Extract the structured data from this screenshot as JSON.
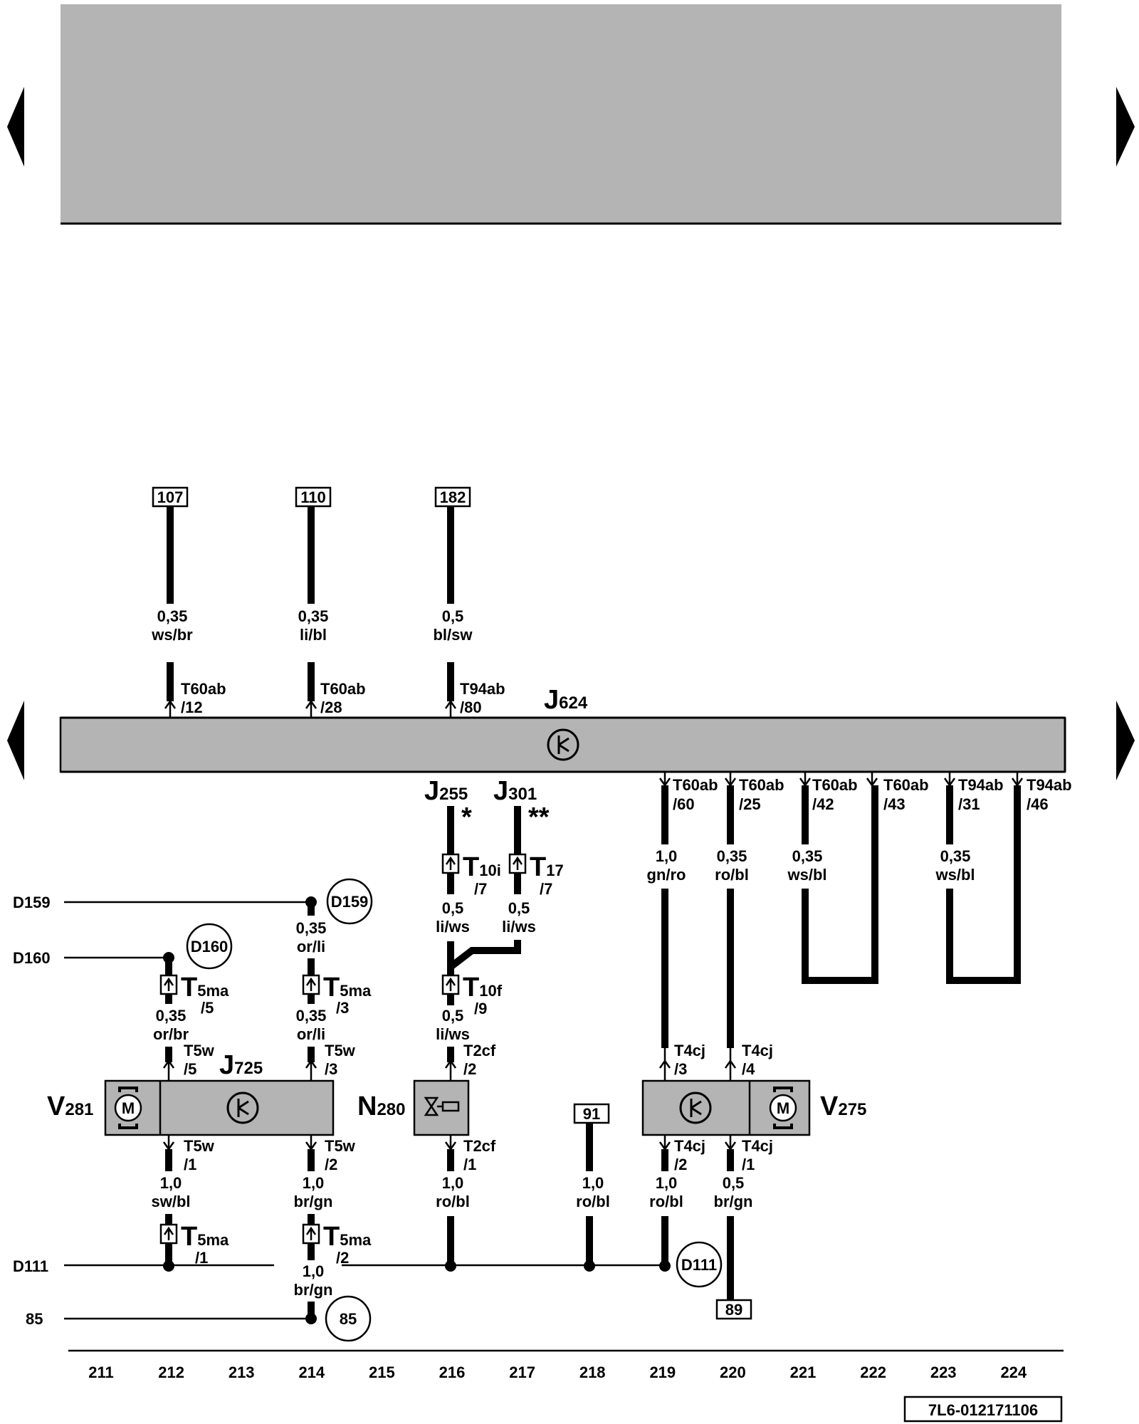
{
  "colors": {
    "panel_grey": "#b4b4b4",
    "ink": "#000000",
    "background": "#ffffff"
  },
  "nav": {
    "left_icon": "arrow-left-icon",
    "right_icon": "arrow-right-icon"
  },
  "components": {
    "j624": {
      "letter": "J",
      "num": "624"
    },
    "j255": {
      "letter": "J",
      "num": "255",
      "mark": "*"
    },
    "j301": {
      "letter": "J",
      "num": "301",
      "mark": "**"
    },
    "j725": {
      "letter": "J",
      "num": "725"
    },
    "v281": {
      "letter": "V",
      "num": "281"
    },
    "n280": {
      "letter": "N",
      "num": "280"
    },
    "v275": {
      "letter": "V",
      "num": "275"
    }
  },
  "refs": {
    "r107": "107",
    "r110": "110",
    "r182": "182",
    "r91": "91",
    "r89": "89"
  },
  "points": {
    "d159": "D159",
    "d160": "D160",
    "d111": "D111",
    "p85": "85"
  },
  "connectors": {
    "c1": [
      "T60ab",
      "/12"
    ],
    "c2": [
      "T60ab",
      "/28"
    ],
    "c3": [
      "T94ab",
      "/80"
    ],
    "c4": [
      "T60ab",
      "/60"
    ],
    "c5": [
      "T60ab",
      "/25"
    ],
    "c6": [
      "T60ab",
      "/42"
    ],
    "c7": [
      "T60ab",
      "/43"
    ],
    "c8": [
      "T94ab",
      "/31"
    ],
    "c9": [
      "T94ab",
      "/46"
    ],
    "t10i": [
      "T",
      "10i",
      "/7"
    ],
    "t17": [
      "T",
      "17",
      "/7"
    ],
    "t10f": [
      "T",
      "10f",
      "/9"
    ],
    "t5ma5": [
      "T",
      "5ma",
      "/5"
    ],
    "t5ma3": [
      "T",
      "5ma",
      "/3"
    ],
    "t5ma1": [
      "T",
      "5ma",
      "/1"
    ],
    "t5ma2": [
      "T",
      "5ma",
      "/2"
    ],
    "t5w5": [
      "T5w",
      "/5"
    ],
    "t5w3": [
      "T5w",
      "/3"
    ],
    "t5w1": [
      "T5w",
      "/1"
    ],
    "t5w2": [
      "T5w",
      "/2"
    ],
    "t2cf2": [
      "T2cf",
      "/2"
    ],
    "t2cf1": [
      "T2cf",
      "/1"
    ],
    "t4cj3": [
      "T4cj",
      "/3"
    ],
    "t4cj4": [
      "T4cj",
      "/4"
    ],
    "t4cj2": [
      "T4cj",
      "/2"
    ],
    "t4cj1": [
      "T4cj",
      "/1"
    ]
  },
  "wires": {
    "w1": [
      "0,35",
      "ws/br"
    ],
    "w2": [
      "0,35",
      "li/bl"
    ],
    "w3": [
      "0,5",
      "bl/sw"
    ],
    "w4": [
      "1,0",
      "gn/ro"
    ],
    "w5": [
      "0,35",
      "ro/bl"
    ],
    "w6": [
      "0,35",
      "ws/bl"
    ],
    "w7": [
      "0,35",
      "ws/bl"
    ],
    "w8": [
      "0,5",
      "li/ws"
    ],
    "w9": [
      "0,5",
      "li/ws"
    ],
    "w10": [
      "0,35",
      "or/li"
    ],
    "w11": [
      "0,35",
      "or/br"
    ],
    "w12": [
      "0,35",
      "or/li"
    ],
    "w13": [
      "0,5",
      "li/ws"
    ],
    "w14": [
      "1,0",
      "sw/bl"
    ],
    "w15": [
      "1,0",
      "br/gn"
    ],
    "w16": [
      "1,0",
      "ro/bl"
    ],
    "w17": [
      "1,0",
      "ro/bl"
    ],
    "w18": [
      "1,0",
      "ro/bl"
    ],
    "w19": [
      "0,5",
      "br/gn"
    ],
    "w20": [
      "1,0",
      "br/gn"
    ]
  },
  "track_numbers": [
    "211",
    "212",
    "213",
    "214",
    "215",
    "216",
    "217",
    "218",
    "219",
    "220",
    "221",
    "222",
    "223",
    "224"
  ],
  "doc_id": "7L6-012171106"
}
